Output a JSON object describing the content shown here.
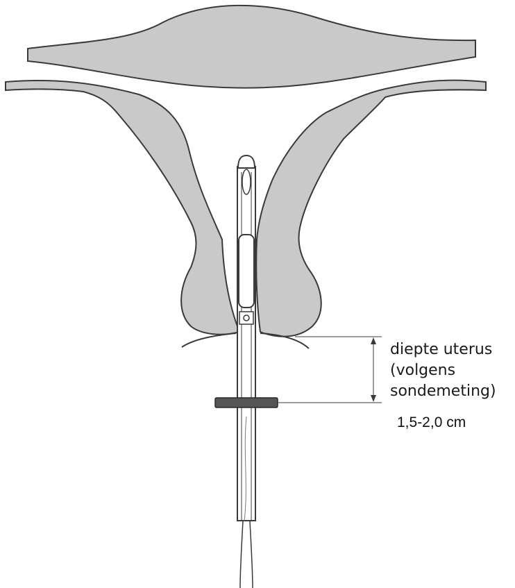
{
  "labels": {
    "depth_line1": "diepte uterus",
    "depth_line2": "(volgens",
    "depth_line3": "sondemeting)",
    "measurement": "1,5-2,0 cm"
  },
  "colors": {
    "tissue_fill": "#c9c9c9",
    "outline": "#3a3a3a",
    "background": "#ffffff"
  }
}
